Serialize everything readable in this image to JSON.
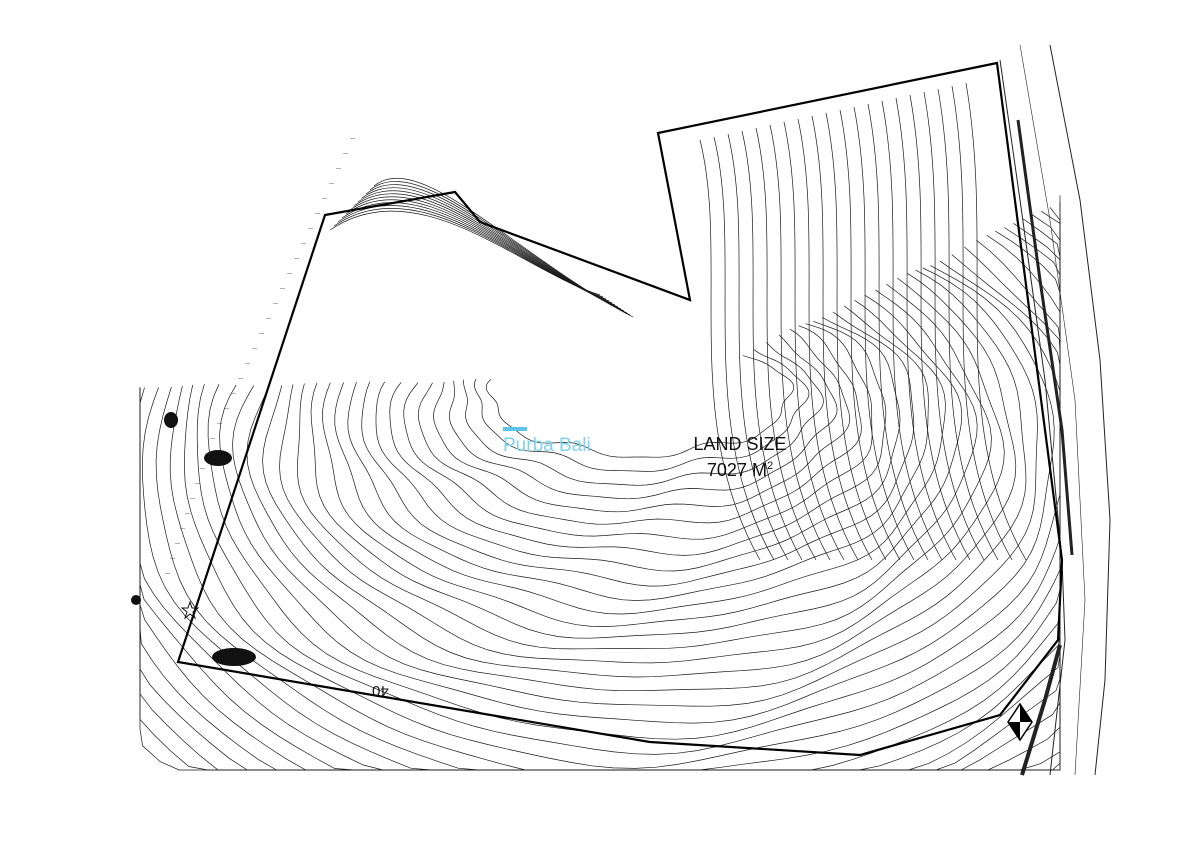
{
  "map": {
    "land_size_label": "LAND SIZE",
    "land_size_value": "7027 M",
    "land_size_unit_sup": "2",
    "watermark": "Purba Bali",
    "marker_label": "40",
    "colors": {
      "line": "#1a1a1a",
      "boundary": "#000000",
      "watermark": "#7fd3ef"
    },
    "icons": [
      "north-arrow-icon",
      "tree-icon",
      "star-marker-icon"
    ]
  }
}
